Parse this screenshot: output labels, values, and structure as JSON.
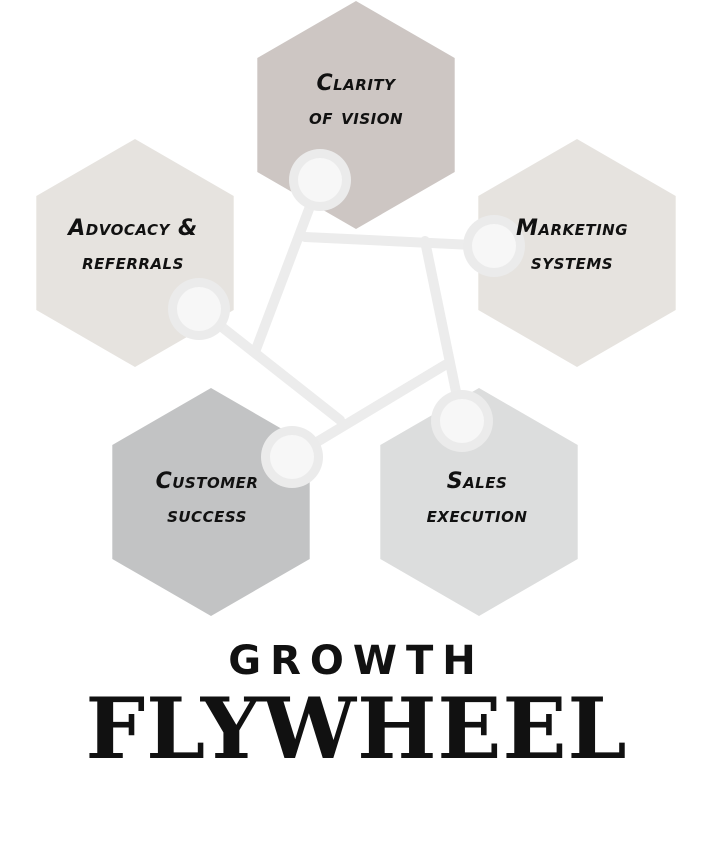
{
  "title": {
    "line1": "GROWTH",
    "line2": "FLYWHEEL"
  },
  "colors": {
    "clarity": "#cdc6c3",
    "marketing": "#e6e3df",
    "advocacy": "#e6e3df",
    "customer": "#c2c3c4",
    "sales": "#dcdddd",
    "connector": "#ececec",
    "node_outer": "#ebebeb",
    "node_inner": "#f7f7f7"
  },
  "hexagons": [
    {
      "id": "clarity",
      "lines": [
        "Clarity",
        "of vision"
      ]
    },
    {
      "id": "marketing",
      "lines": [
        "Marketing",
        "systems"
      ]
    },
    {
      "id": "advocacy",
      "lines": [
        "Advocacy &",
        "referrals"
      ]
    },
    {
      "id": "customer",
      "lines": [
        "Customer",
        "success"
      ]
    },
    {
      "id": "sales",
      "lines": [
        "Sales",
        "execution"
      ]
    }
  ]
}
